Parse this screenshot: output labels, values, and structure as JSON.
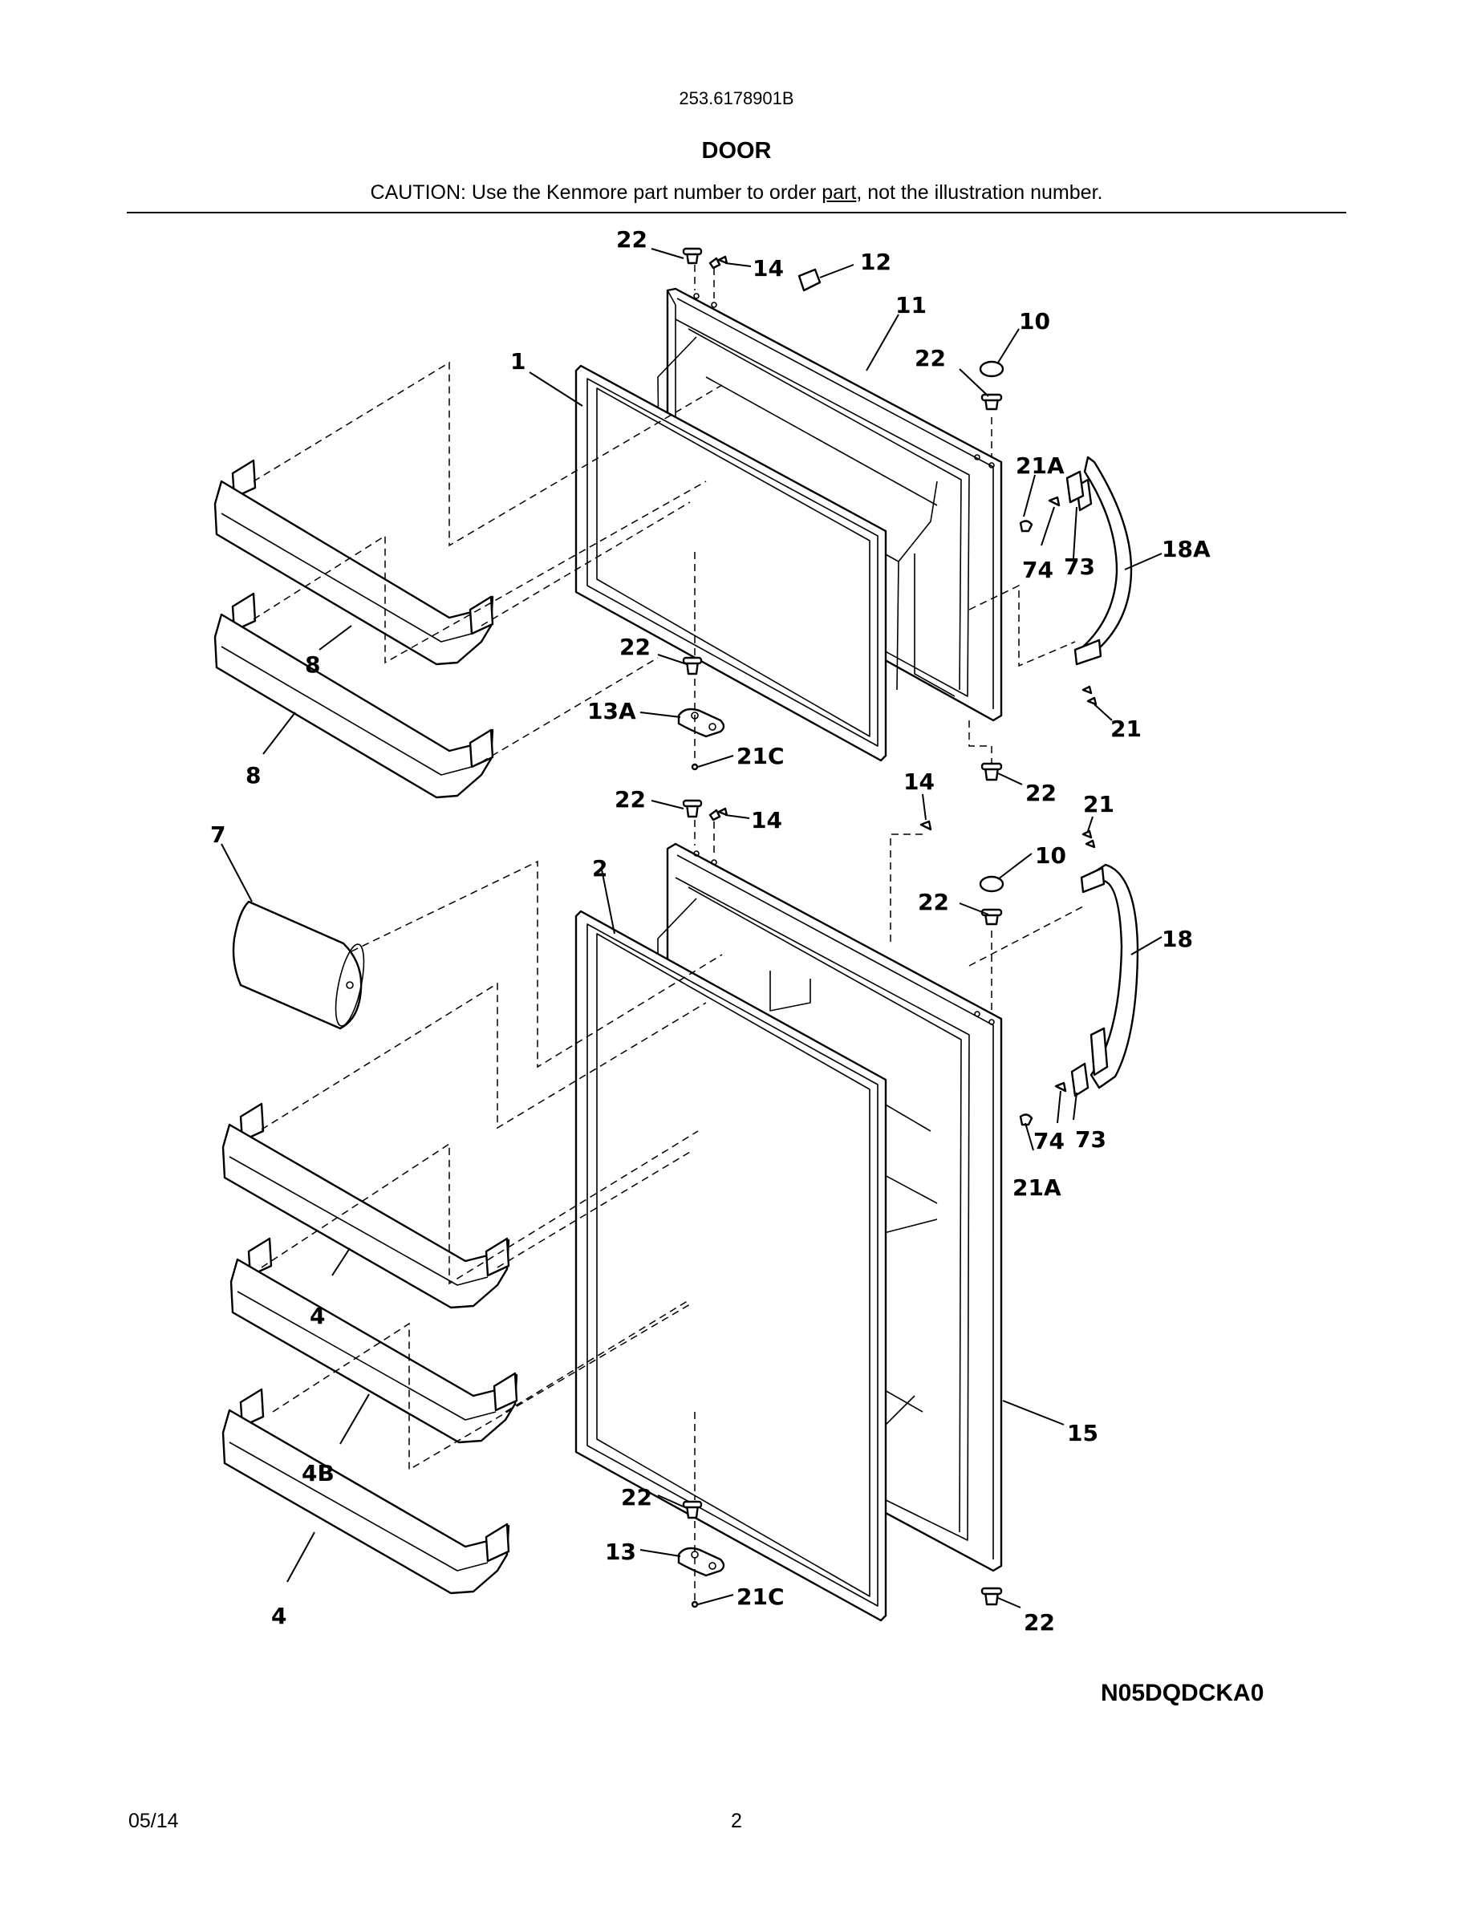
{
  "header": {
    "model_number": "253.6178901B",
    "section_title": "DOOR",
    "caution_before": "CAUTION: Use the Kenmore part number to order ",
    "caution_link": "part",
    "caution_after": ", not the illustration number."
  },
  "diagram": {
    "code": "N05DQDCKA0",
    "callouts": {
      "p1": "1",
      "p2": "2",
      "p4a": "4",
      "p4b": "4",
      "p4B": "4B",
      "p7": "7",
      "p8a": "8",
      "p8b": "8",
      "p10a": "10",
      "p10b": "10",
      "p11": "11",
      "p12": "12",
      "p13": "13",
      "p13A": "13A",
      "p14a": "14",
      "p14b": "14",
      "p14c": "14",
      "p15": "15",
      "p18": "18",
      "p18A": "18A",
      "p21a": "21",
      "p21b": "21",
      "p21Aa": "21A",
      "p21Ab": "21A",
      "p21Ca": "21C",
      "p21Cb": "21C",
      "p22a": "22",
      "p22b": "22",
      "p22c": "22",
      "p22d": "22",
      "p22e": "22",
      "p22f": "22",
      "p22g": "22",
      "p22h": "22",
      "p73a": "73",
      "p73b": "73",
      "p74a": "74",
      "p74b": "74"
    }
  },
  "footer": {
    "date": "05/14",
    "page_number": "2"
  }
}
